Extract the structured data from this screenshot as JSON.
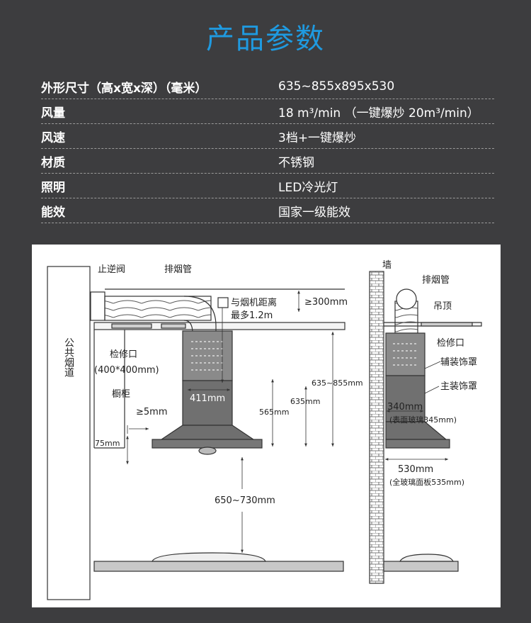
{
  "title": "产品参数",
  "specs": [
    {
      "key": "外形尺寸（高x宽x深）（毫米）",
      "value": "635~855x895x530"
    },
    {
      "key": "风量",
      "value": "18 m³/min （一键爆炒 20m³/min）"
    },
    {
      "key": "风速",
      "value": "3档+一键爆炒"
    },
    {
      "key": "材质",
      "value": "不锈钢"
    },
    {
      "key": "照明",
      "value": "LED冷光灯"
    },
    {
      "key": "能效",
      "value": "国家一级能效"
    }
  ],
  "front_diagram": {
    "check_valve": "止逆阀",
    "exhaust_pipe": "排烟管",
    "public_flue": "公共烟道",
    "access_port": "检修口",
    "access_size": "(400*400mm)",
    "cabinet": "橱柜",
    "gap": "≥5mm",
    "cabinet_offset": "75mm",
    "ceiling_height": "≥300mm",
    "note_line1": "与烟机距离",
    "note_line2": "最多1.2m",
    "width_411": "411mm",
    "height_565": "565mm",
    "height_635": "635mm",
    "height_range": "635~855mm",
    "cook_distance": "650~730mm"
  },
  "side_diagram": {
    "wall": "墙",
    "exhaust_pipe": "排烟管",
    "ceiling": "吊顶",
    "access_port": "检修口",
    "aux_cover": "辅装饰罩",
    "main_cover": "主装饰罩",
    "depth_340": "340mm",
    "depth_340_note": "(表面玻璃345mm)",
    "depth_530": "530mm",
    "depth_530_note": "(全玻璃面板535mm)"
  },
  "colors": {
    "accent": "#1f9ae0",
    "background": "#3d3d3f",
    "diagram_bg": "#ffffff"
  }
}
